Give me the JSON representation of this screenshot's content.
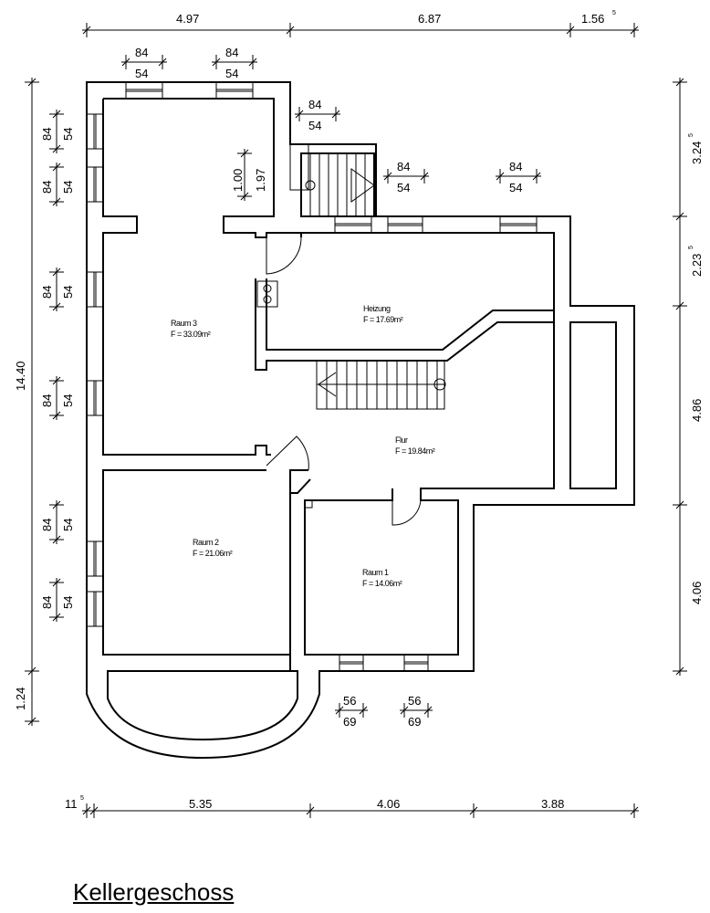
{
  "title": "Kellergeschoss",
  "rooms": [
    {
      "name": "Raum 3",
      "area": "F = 33.09m²"
    },
    {
      "name": "Heizung",
      "area": "F = 17.69m²"
    },
    {
      "name": "Flur",
      "area": "F = 19.84m²"
    },
    {
      "name": "Raum 2",
      "area": "F = 21.06m²"
    },
    {
      "name": "Raum 1",
      "area": "F = 14.06m²"
    }
  ],
  "dims": {
    "top": [
      "4.97",
      "6.87",
      "1.56"
    ],
    "top_sup": "5",
    "bottom": [
      "11",
      "5.35",
      "4.06",
      "3.88"
    ],
    "bottom_sup": "5",
    "left": [
      "14.40",
      "1.24"
    ],
    "right": [
      "3.24",
      "2.23",
      "4.86",
      "4.06"
    ],
    "right_sup": "5",
    "window_outer": "84",
    "window_inner": "54",
    "window_outer_small": "56",
    "window_inner_small": "69",
    "stair_h1": "1.00",
    "stair_h2": "1.97"
  }
}
